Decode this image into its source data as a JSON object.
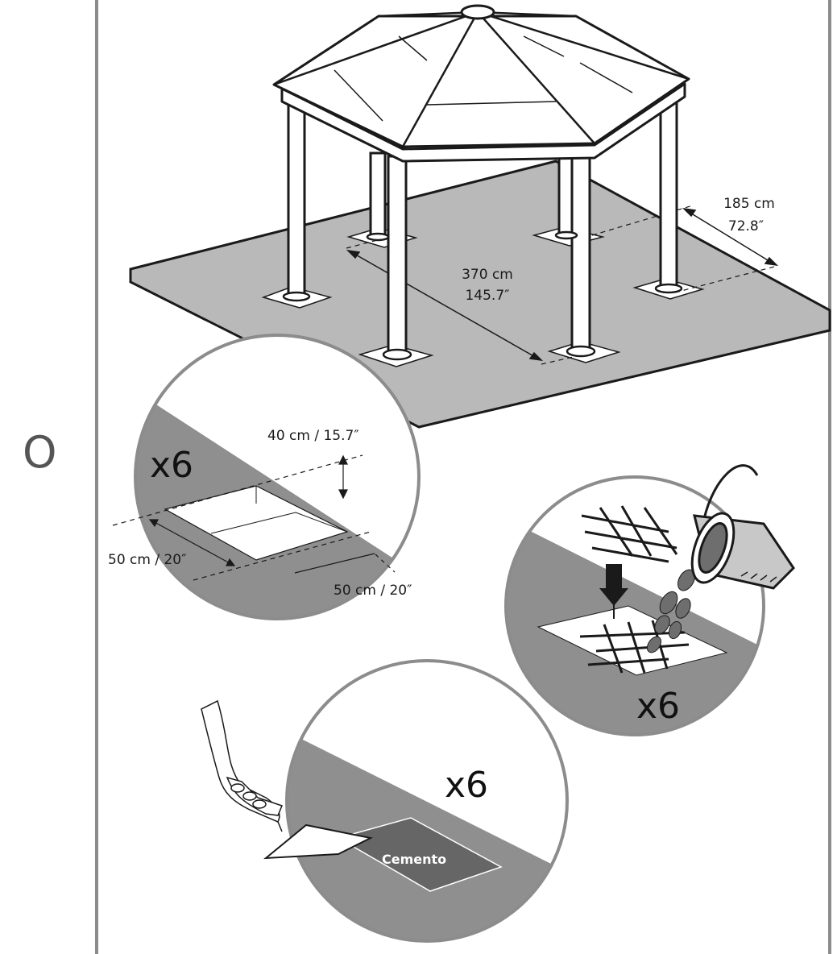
{
  "step_marker": "O",
  "overview": {
    "width_dimension": {
      "metric": "370 cm",
      "imperial": "145.7″"
    },
    "depth_dimension": {
      "metric": "185 cm",
      "imperial": "72.8″"
    },
    "footing_count": 6
  },
  "hole_detail": {
    "count_label": "x6",
    "depth_label": "40 cm / 15.7″",
    "length_label": "50 cm / 20″",
    "width_label": "50 cm / 20″"
  },
  "rebar_detail": {
    "count_label": "x6"
  },
  "cement_detail": {
    "count_label": "x6",
    "material_label": "Cemento"
  },
  "colors": {
    "ground": "#b3b3b3",
    "ground_dark": "#8a8a8a",
    "cement": "#6b6b6b",
    "frame": "#8c8c8c",
    "outline": "#1a1a1a"
  }
}
